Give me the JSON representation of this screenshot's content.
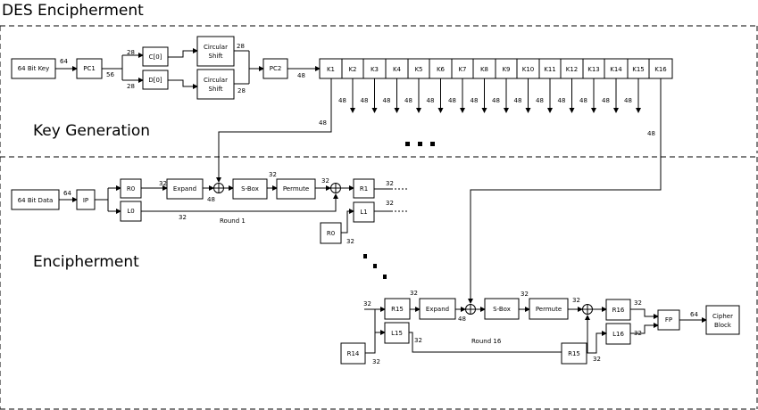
{
  "title": "DES Encipherment",
  "sections": {
    "key_generation": "Key Generation",
    "encipherment": "Encipherment"
  },
  "keygen": {
    "key_input": "64 Bit Key",
    "pc1": "PC1",
    "c0": "C[0]",
    "d0": "D[0]",
    "shift_top_line1": "Circular",
    "shift_top_line2": "Shift",
    "shift_bottom_line1": "Circular",
    "shift_bottom_line2": "Shift",
    "pc2": "PC2",
    "subkeys": [
      "K1",
      "K2",
      "K3",
      "K4",
      "K5",
      "K6",
      "K7",
      "K8",
      "K9",
      "K10",
      "K11",
      "K12",
      "K13",
      "K14",
      "K15",
      "K16"
    ],
    "label_64": "64",
    "label_56": "56",
    "label_28_top": "28",
    "label_28_bottom": "28",
    "label_28_shift_top": "28",
    "label_28_shift_bottom": "28",
    "label_48_pc2": "48",
    "subkey_width_labels": [
      "48",
      "48",
      "48",
      "48",
      "48",
      "48",
      "48",
      "48",
      "48",
      "48",
      "48",
      "48",
      "48",
      "48"
    ],
    "label_48_k1": "48",
    "label_48_k16": "48"
  },
  "round1": {
    "data_input": "64 Bit Data",
    "label_64": "64",
    "ip": "IP",
    "r0": "R0",
    "l0": "L0",
    "label_32_r0": "32",
    "expand": "Expand",
    "label_48": "48",
    "sbox": "S-Box",
    "label_32_sbox": "32",
    "permute": "Permute",
    "label_32_perm": "32",
    "r1": "R1",
    "l1": "L1",
    "label_32_r1": "32",
    "label_32_l1": "32",
    "label_32_l0": "32",
    "round_label": "Round 1",
    "r0_copy": "R0",
    "label_32_r0_copy": "32"
  },
  "round16": {
    "label_32_in": "32",
    "r15": "R15",
    "label_32_r15": "32",
    "expand": "Expand",
    "label_48": "48",
    "sbox": "S-Box",
    "label_32_sbox": "32",
    "permute": "Permute",
    "label_32_perm": "32",
    "r16": "R16",
    "l15": "L15",
    "label_32_l15": "32",
    "round_label": "Round 16",
    "r14": "R14",
    "label_32_r14": "32",
    "r15_copy": "R15",
    "label_32_r15_copy": "32",
    "l16": "L16",
    "label_32_r16": "32",
    "label_32_l16": "32",
    "fp": "FP",
    "label_64": "64",
    "cipher_line1": "Cipher",
    "cipher_line2": "Block"
  }
}
